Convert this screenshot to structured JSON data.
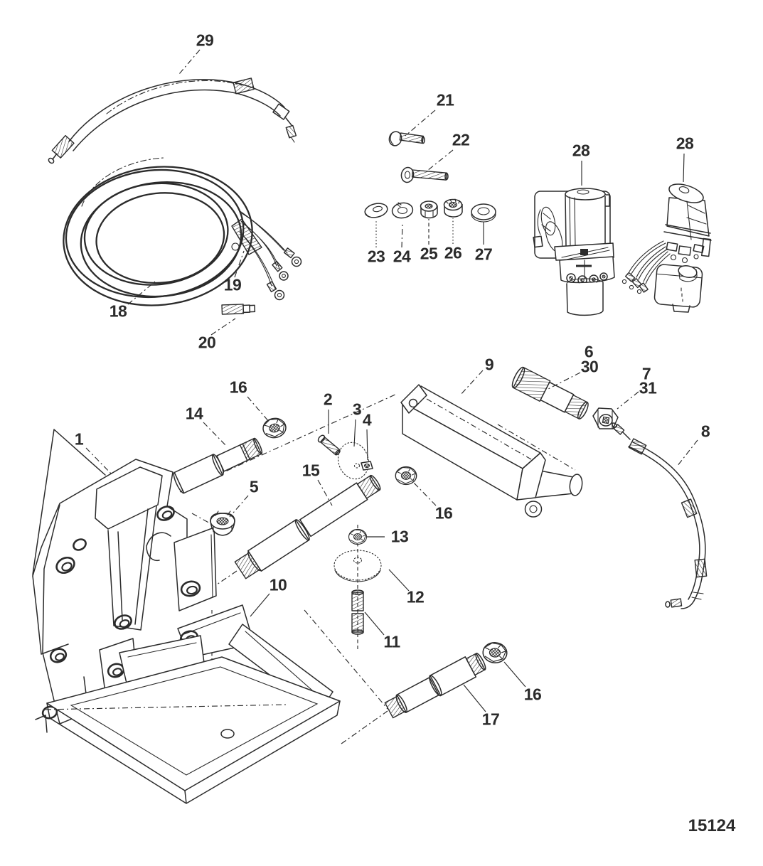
{
  "colors": {
    "ink": "#2b2b2b",
    "background": "#ffffff"
  },
  "drawing_number": "15124",
  "callouts": [
    {
      "label": "29"
    },
    {
      "label": "21"
    },
    {
      "label": "22"
    },
    {
      "label": "28"
    },
    {
      "label": "28"
    },
    {
      "label": "23"
    },
    {
      "label": "24"
    },
    {
      "label": "25"
    },
    {
      "label": "26"
    },
    {
      "label": "27"
    },
    {
      "label": "19"
    },
    {
      "label": "18"
    },
    {
      "label": "20"
    },
    {
      "label": "6"
    },
    {
      "label": "9"
    },
    {
      "label": "30"
    },
    {
      "label": "7"
    },
    {
      "label": "31"
    },
    {
      "label": "16"
    },
    {
      "label": "2"
    },
    {
      "label": "3"
    },
    {
      "label": "14"
    },
    {
      "label": "4"
    },
    {
      "label": "8"
    },
    {
      "label": "1"
    },
    {
      "label": "15"
    },
    {
      "label": "5"
    },
    {
      "label": "16"
    },
    {
      "label": "13"
    },
    {
      "label": "10"
    },
    {
      "label": "12"
    },
    {
      "label": "11"
    },
    {
      "label": "16"
    },
    {
      "label": "17"
    }
  ]
}
